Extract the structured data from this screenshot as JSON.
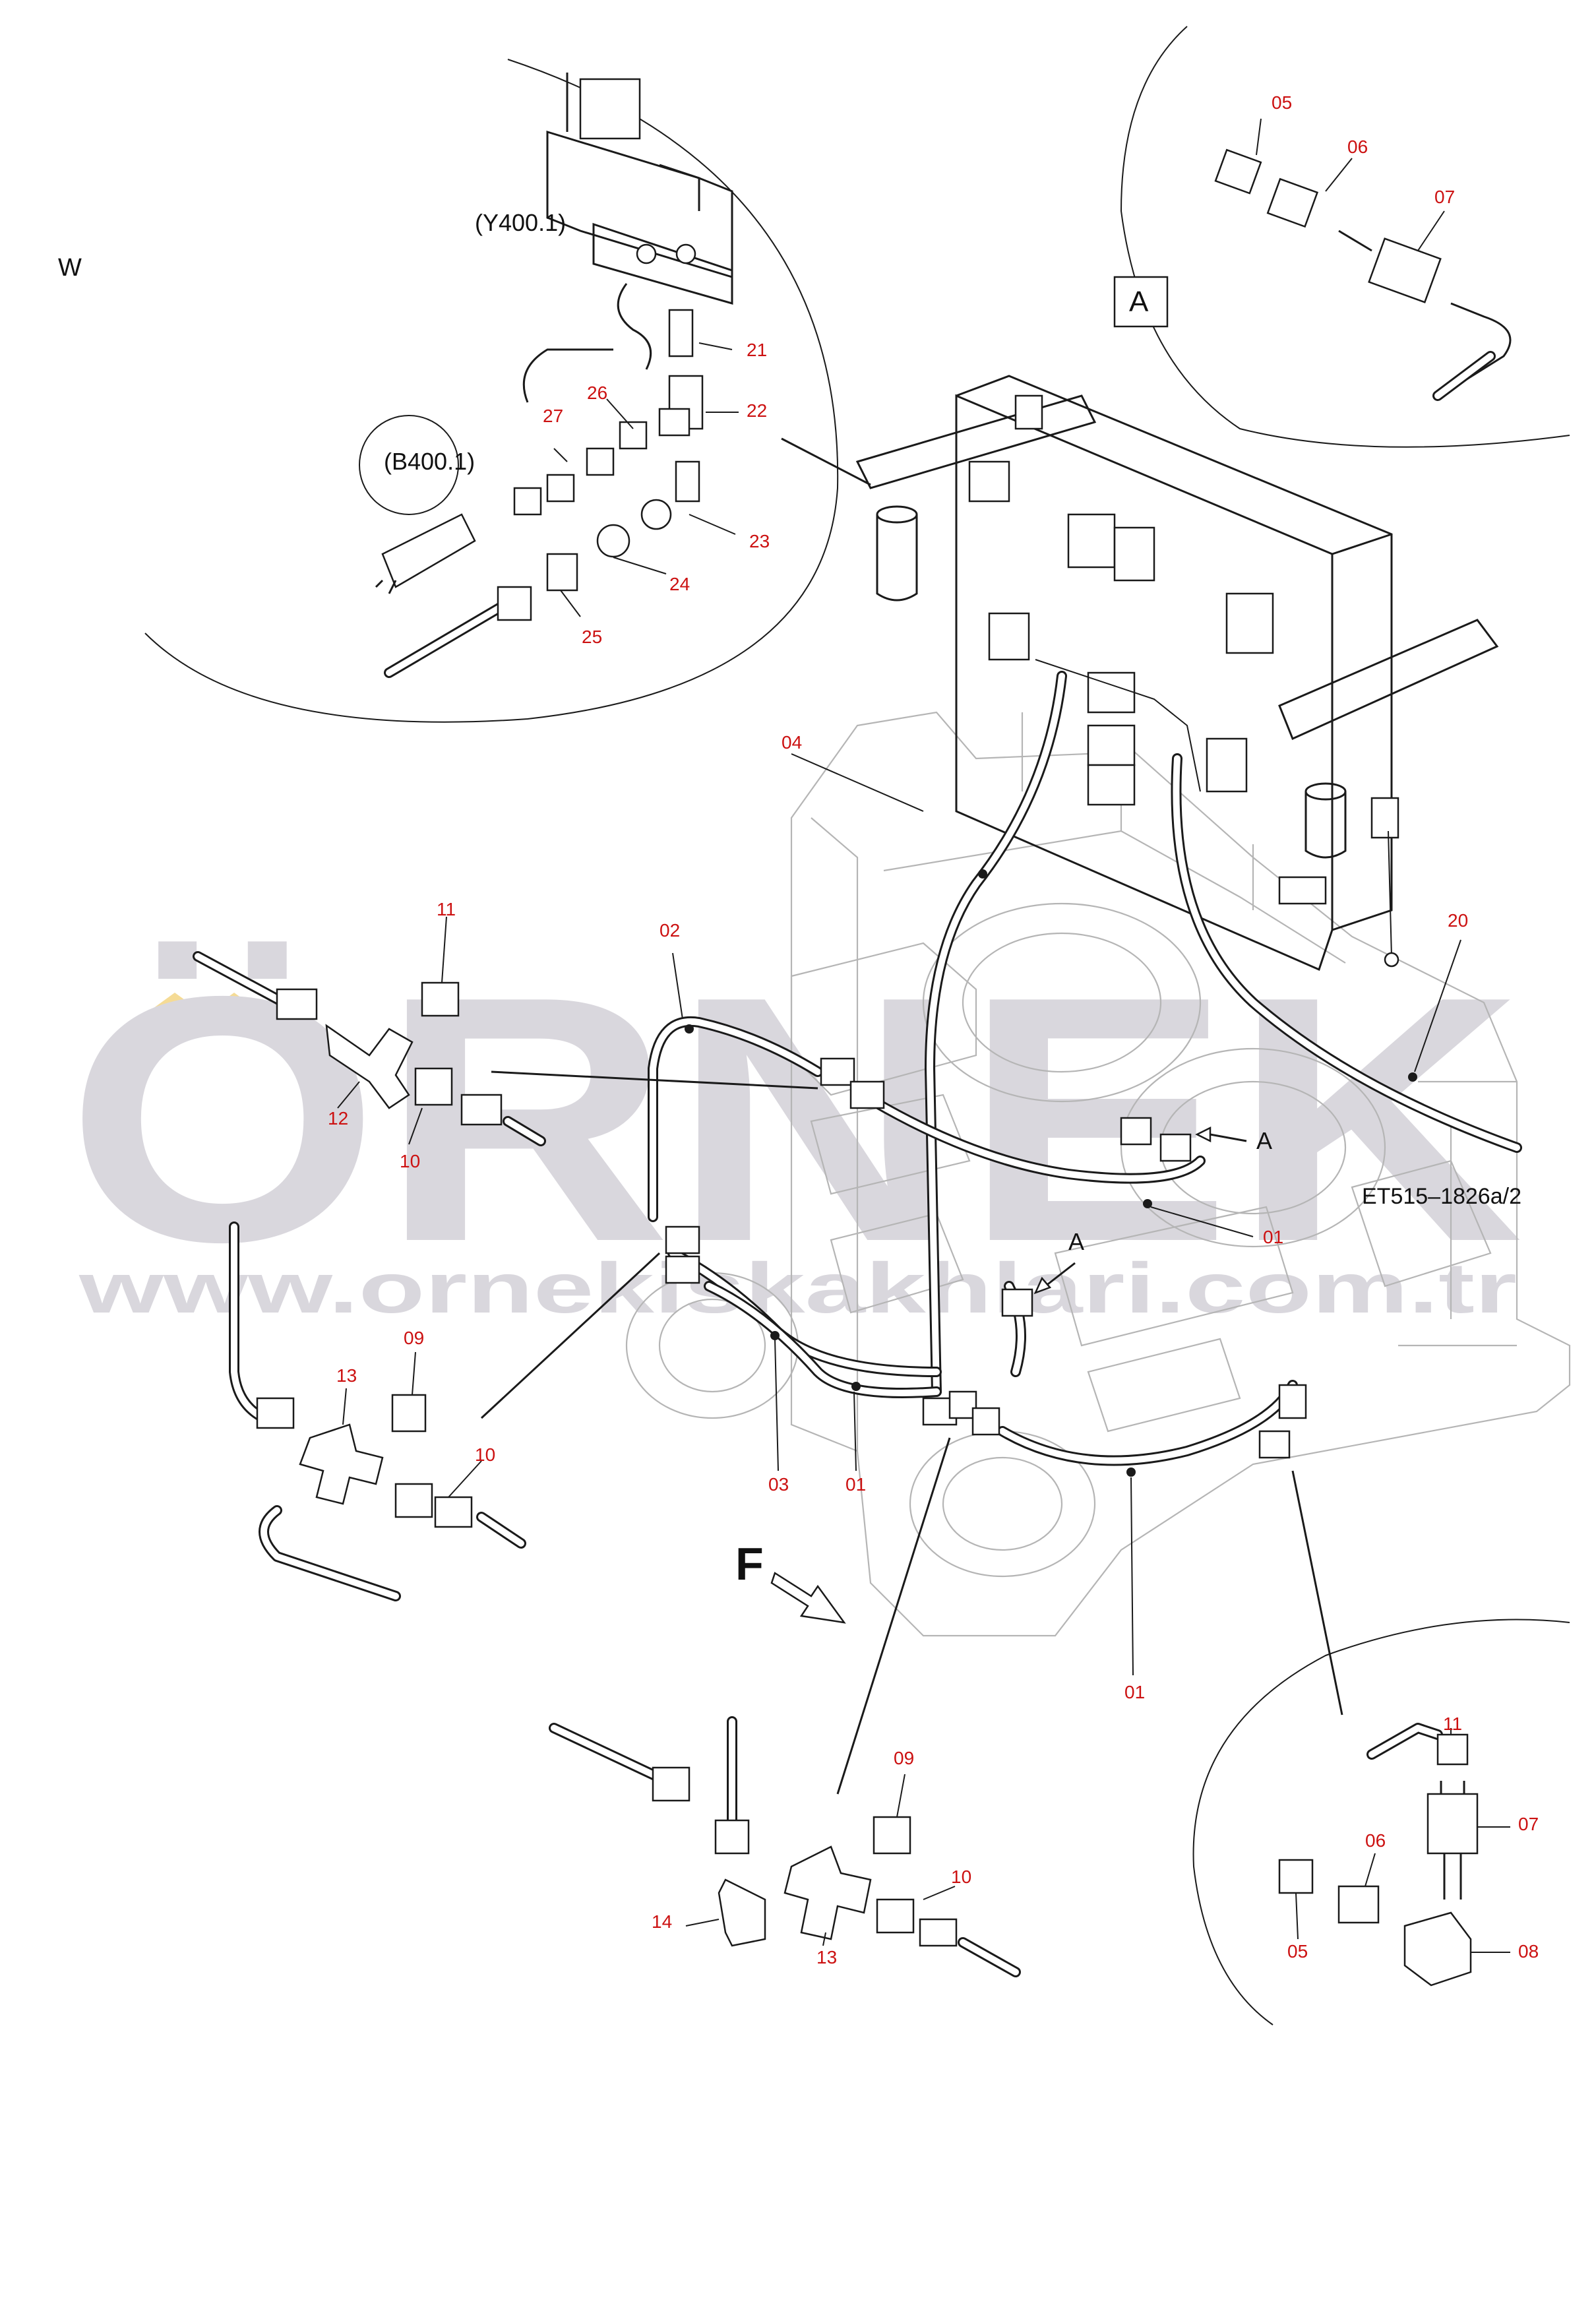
{
  "diagram": {
    "view_label": "W",
    "detail_label": "A",
    "flow_label": "F",
    "drawing_code": "ET515–1826a/2",
    "components": {
      "solenoid": "(Y400.1)",
      "sensor": "(B400.1)"
    },
    "arrow_labels": {
      "a1": "A",
      "a2": "A"
    },
    "watermark": {
      "word": "ÖRNEK",
      "url": "www.ornekiskakhlari.com.tr"
    },
    "part_numbers": {
      "p01a": "01",
      "p01b": "01",
      "p01c": "01",
      "p02": "02",
      "p03": "03",
      "p04": "04",
      "p05a": "05",
      "p05b": "05",
      "p06a": "06",
      "p06b": "06",
      "p07a": "07",
      "p07b": "07",
      "p08": "08",
      "p09a": "09",
      "p09b": "09",
      "p10a": "10",
      "p10b": "10",
      "p10c": "10",
      "p11a": "11",
      "p11b": "11",
      "p12": "12",
      "p13a": "13",
      "p13b": "13",
      "p14": "14",
      "p20": "20",
      "p21": "21",
      "p22": "22",
      "p23": "23",
      "p24": "24",
      "p25": "25",
      "p26": "26",
      "p27": "27"
    },
    "colors": {
      "part_number": "#cc1111",
      "line": "#1a1a1a",
      "ghost_line": "#b5b5b5",
      "watermark": "#d9d7dd",
      "watermark_accent": "#f2d27a"
    }
  }
}
